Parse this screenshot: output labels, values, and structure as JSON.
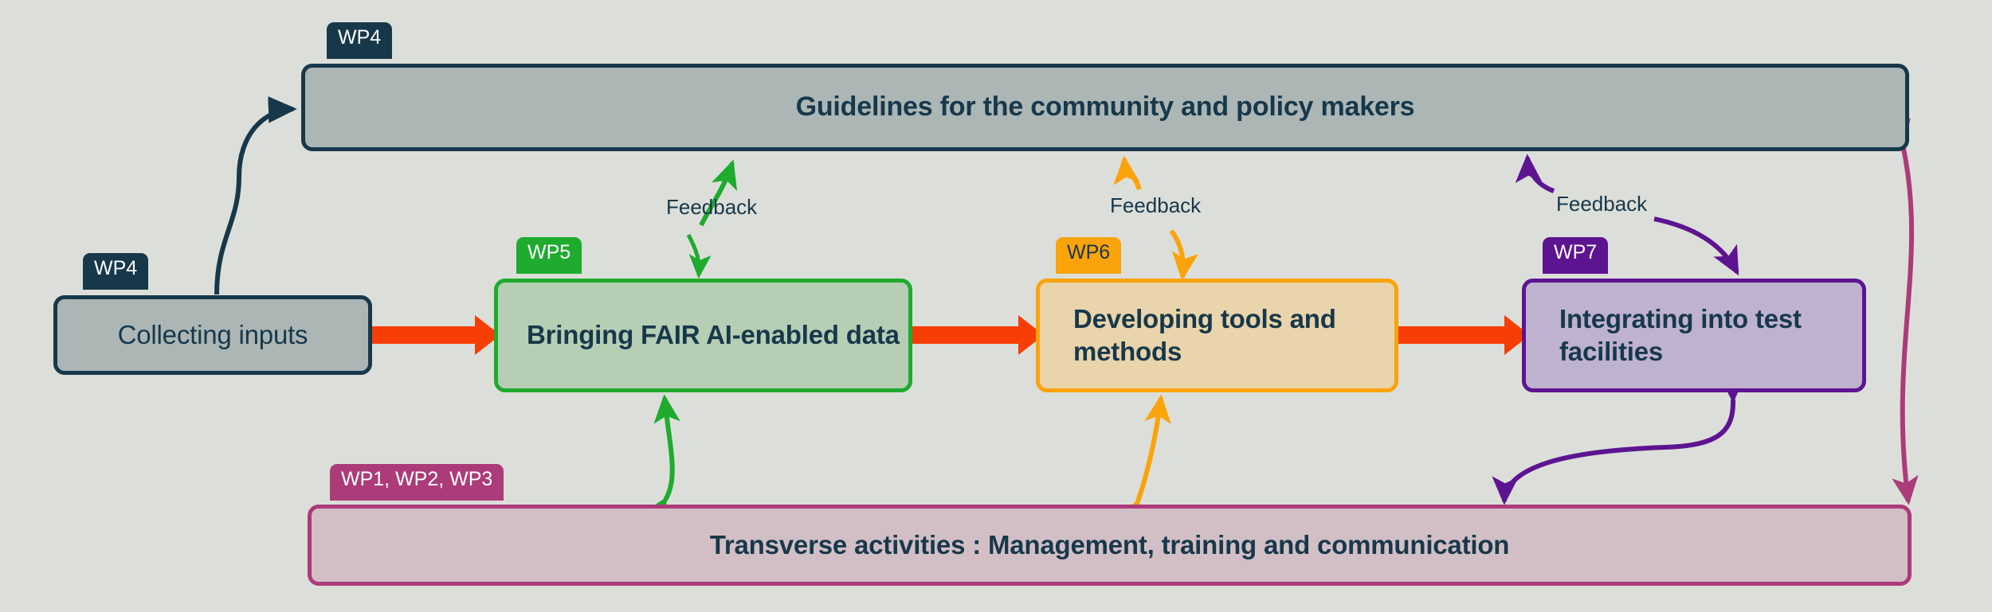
{
  "diagram": {
    "title": "Work package flow diagram",
    "background_color": "#dcdfd9",
    "text_color": "#17384a"
  },
  "nodes": {
    "guidelines": {
      "tag": "WP4",
      "label": "Guidelines for the community and policy makers",
      "fill": "#abb6b5",
      "stroke": "#17384a",
      "tag_fill": "#17384a"
    },
    "collecting_inputs": {
      "tag": "WP4",
      "label": "Collecting inputs",
      "fill": "#abb6b5",
      "stroke": "#17384a",
      "tag_fill": "#17384a"
    },
    "wp5": {
      "tag": "WP5",
      "label": "Bringing FAIR AI-enabled data",
      "fill": "#b5ceb4",
      "stroke": "#1eab2e",
      "tag_fill": "#1eab2e"
    },
    "wp6": {
      "tag": "WP6",
      "label": "Developing tools and methods",
      "fill": "#e9d4ab",
      "stroke": "#fba30a",
      "tag_fill": "#fba30a"
    },
    "wp7": {
      "tag": "WP7",
      "label": "Integrating into test facilities",
      "fill": "#bfb2ce",
      "stroke": "#5d1491",
      "tag_fill": "#5d1491"
    },
    "transverse": {
      "tag": "WP1, WP2, WP3",
      "label": "Transverse activities : Management, training and communication",
      "fill": "#d2bfc6",
      "stroke": "#ac3b79",
      "tag_fill": "#ac3b79"
    }
  },
  "connectors": {
    "main_flow_color": "#f63e06",
    "feedback_label": "Feedback",
    "feedback_green": {
      "label": "Feedback",
      "color": "#1eab2e",
      "from": "wp5",
      "to": "guidelines"
    },
    "feedback_orange": {
      "label": "Feedback",
      "color": "#fba30a",
      "from": "wp6",
      "to": "guidelines"
    },
    "feedback_purple": {
      "label": "Feedback",
      "color": "#5d1491",
      "from": "wp7",
      "to": "guidelines"
    },
    "inputs_to_guidelines": {
      "color": "#17384a",
      "from": "collecting_inputs",
      "to": "guidelines"
    },
    "transverse_links": {
      "green_color": "#1eab2e",
      "orange_color": "#fba30a",
      "purple_color": "#5d1491",
      "magenta_color": "#ac3b79"
    }
  }
}
